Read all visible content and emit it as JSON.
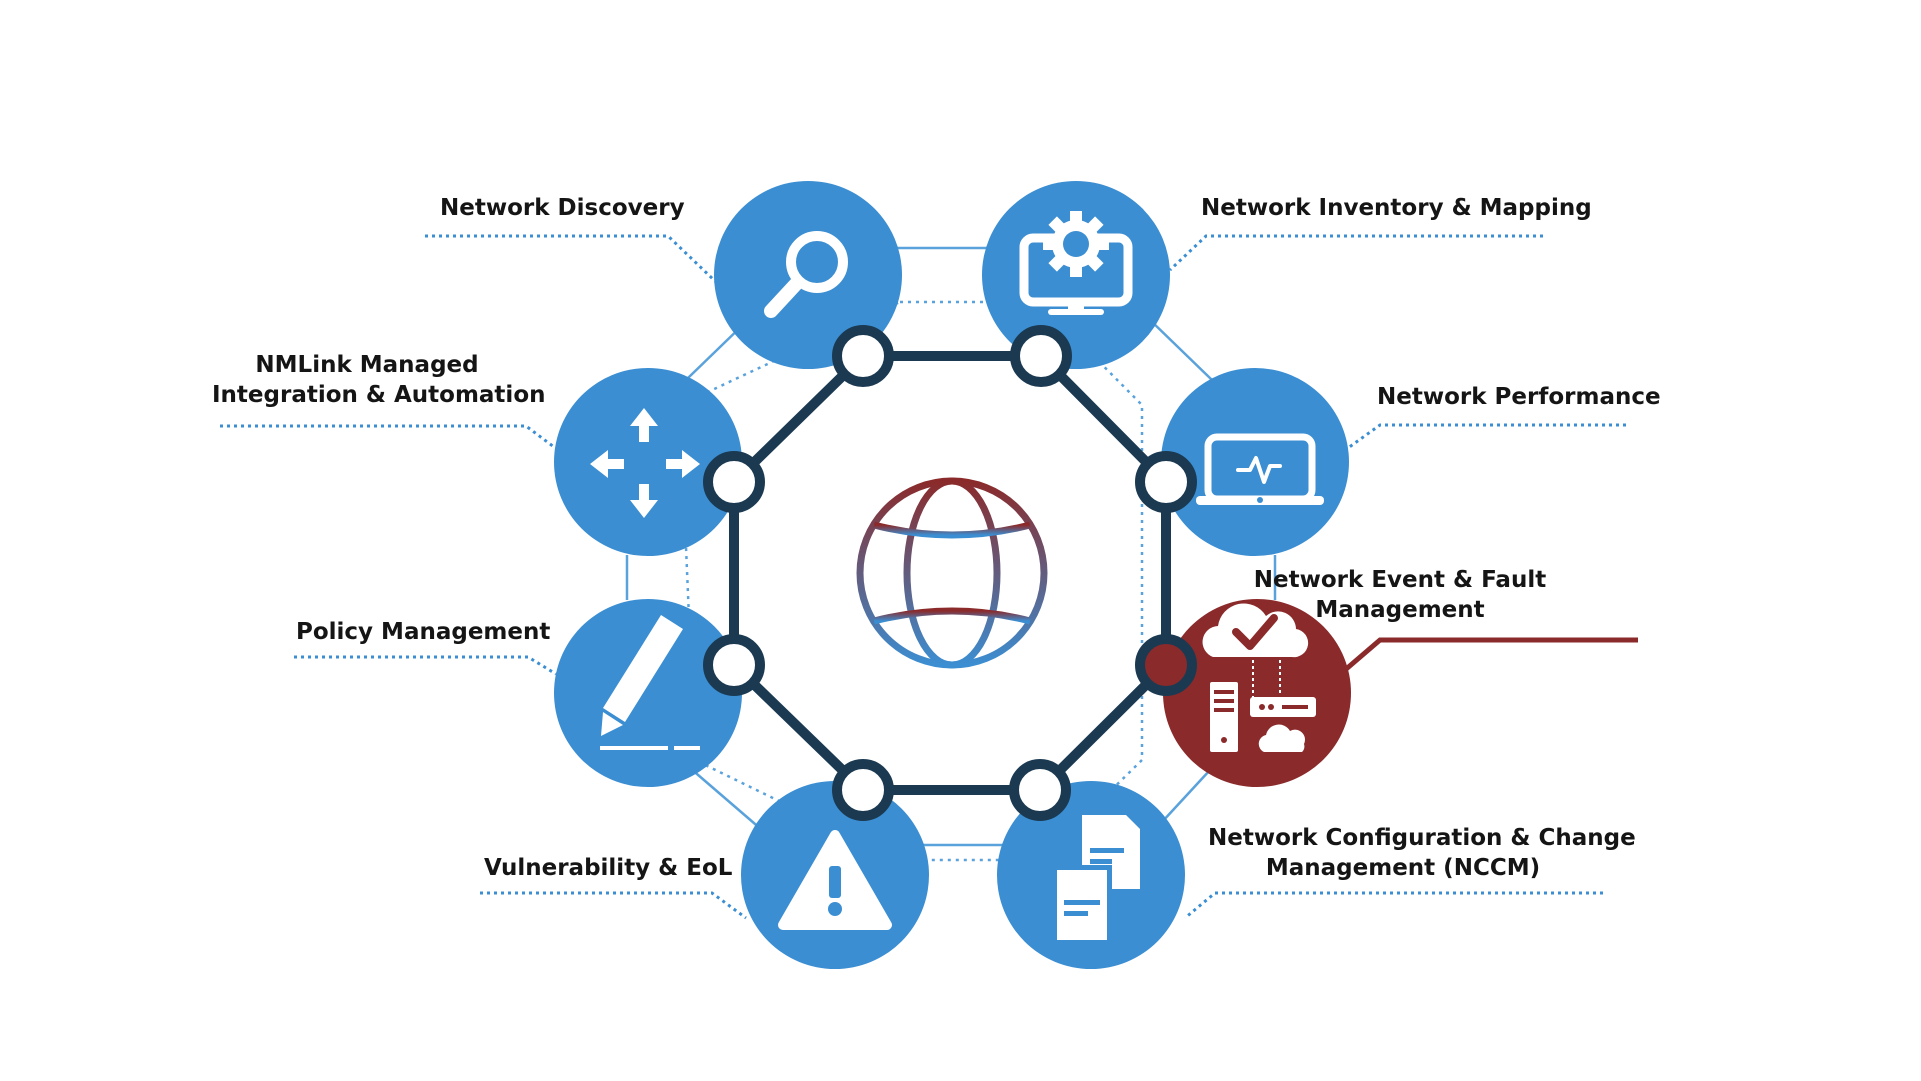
{
  "center": {
    "icon": "globe-icon"
  },
  "modules": [
    {
      "id": "discovery",
      "label_lines": [
        "Network Discovery"
      ],
      "icon": "magnifier-icon",
      "state": "normal"
    },
    {
      "id": "inventory",
      "label_lines": [
        "Network Inventory & Mapping"
      ],
      "icon": "monitor-gear-icon",
      "state": "normal"
    },
    {
      "id": "performance",
      "label_lines": [
        "Network Performance"
      ],
      "icon": "laptop-pulse-icon",
      "state": "normal"
    },
    {
      "id": "event_fault",
      "label_lines": [
        "Network Event & Fault",
        "Management"
      ],
      "icon": "cloud-server-icon",
      "state": "highlighted"
    },
    {
      "id": "nccm",
      "label_lines": [
        "Network Configuration & Change",
        "Management (NCCM)"
      ],
      "icon": "documents-icon",
      "state": "normal"
    },
    {
      "id": "vulnerability",
      "label_lines": [
        "Vulnerability & EoL"
      ],
      "icon": "warning-icon",
      "state": "normal"
    },
    {
      "id": "policy",
      "label_lines": [
        "Policy Management"
      ],
      "icon": "pencil-icon",
      "state": "normal"
    },
    {
      "id": "nmlink",
      "label_lines": [
        "NMLink Managed",
        "Integration & Automation"
      ],
      "icon": "move-arrows-icon",
      "state": "normal"
    }
  ],
  "colors": {
    "module_blue": "#3B8ED2",
    "highlight_red": "#8B2A2A",
    "ring_navy": "#1B3A52",
    "connector_blue": "#5AA2DC",
    "label_text": "#151515",
    "globe_top": "#8B2A2A",
    "globe_bottom": "#3B8ED2"
  }
}
